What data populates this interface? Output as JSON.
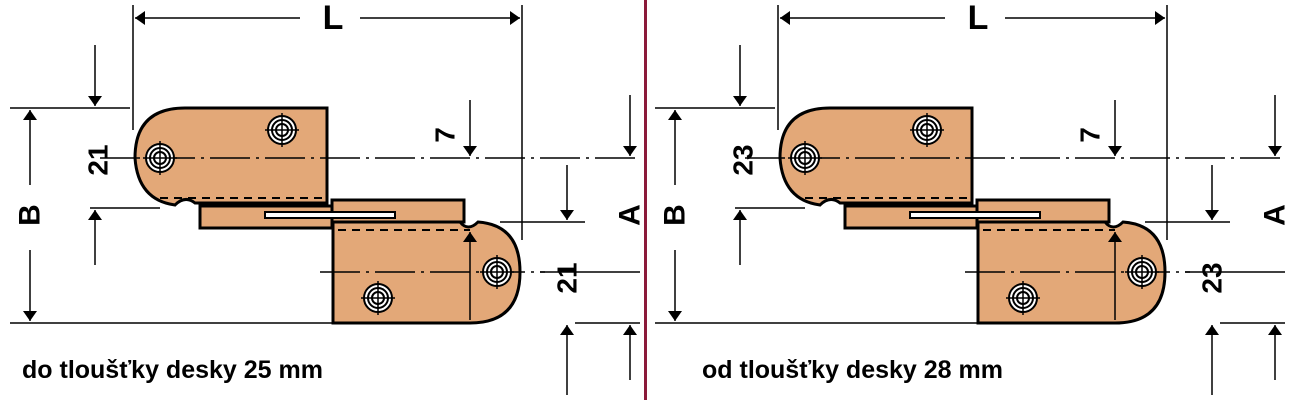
{
  "colors": {
    "leaf_fill": "#e3a878",
    "divider": "#8b1a3a",
    "line": "#000000"
  },
  "panels": [
    {
      "label_L": "L",
      "label_B": "B",
      "label_A": "A",
      "label_7": "7",
      "upper_dim": "21",
      "lower_dim": "21",
      "caption": "do tloušťky desky 25 mm"
    },
    {
      "label_L": "L",
      "label_B": "B",
      "label_A": "A",
      "label_7": "7",
      "upper_dim": "23",
      "lower_dim": "23",
      "caption": "od tloušťky desky 28 mm"
    }
  ]
}
